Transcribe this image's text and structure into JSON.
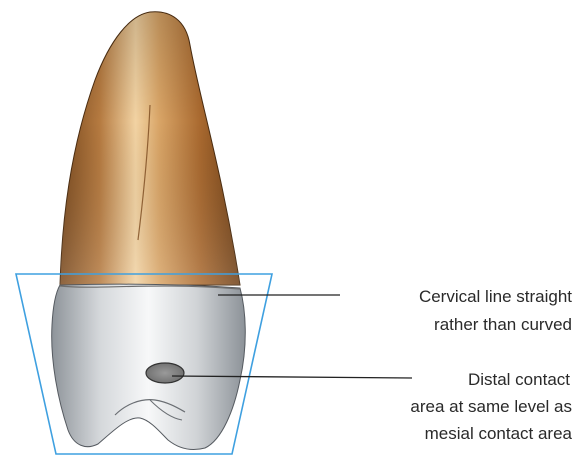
{
  "labels": {
    "cervical_line_1": "Cervical line straight",
    "cervical_line_2": "rather than curved",
    "distal_contact_1": "Distal contact",
    "distal_contact_2": "area at same level as",
    "distal_contact_3": "mesial contact area"
  },
  "colors": {
    "root_dark": "#8a5424",
    "root_light": "#e8c08a",
    "crown_dark": "#9aa0a6",
    "crown_light": "#f4f5f6",
    "outline": "#333333",
    "trapezoid": "#3fa0e0",
    "leader_line": "#222222"
  }
}
